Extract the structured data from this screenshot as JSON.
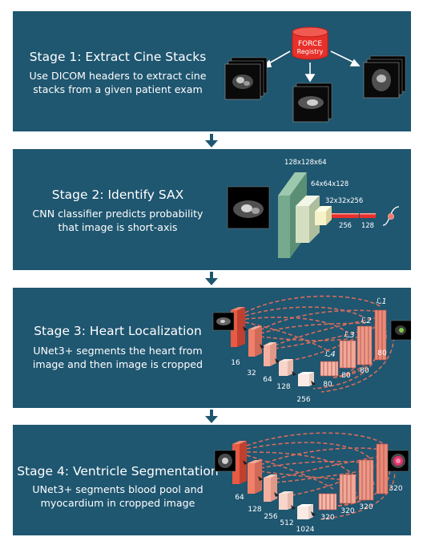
{
  "stages": [
    {
      "title": "Stage 1: Extract Cine Stacks",
      "desc_lines": [
        "Use DICOM headers to extract cine",
        "stacks from a given patient exam"
      ],
      "registry": [
        "FORCE",
        "Registry"
      ]
    },
    {
      "title": "Stage 2: Identify SAX",
      "desc_lines": [
        "CNN classifier predicts probability",
        "that image is short-axis"
      ],
      "volumes": [
        "128x128x64",
        "64x64x128",
        "32x32x256"
      ],
      "dense": [
        "256",
        "128"
      ]
    },
    {
      "title": "Stage 3: Heart Localization",
      "desc_lines": [
        "UNet3+ segments the heart from",
        "image and then image is cropped"
      ],
      "encoder": [
        "16",
        "32",
        "64",
        "128",
        "256"
      ],
      "decoder": [
        "80",
        "80",
        "80",
        "80"
      ],
      "losses": [
        "ℒ4",
        "ℒ3",
        "ℒ2",
        "ℒ1"
      ]
    },
    {
      "title": "Stage 4: Ventricle Segmentation",
      "desc_lines": [
        "UNet3+ segments blood pool and",
        "myocardium in cropped image"
      ],
      "encoder": [
        "64",
        "128",
        "256",
        "512",
        "1024"
      ],
      "decoder": [
        "320",
        "320",
        "320",
        "320"
      ]
    }
  ],
  "colors": {
    "panel": "#1f5670",
    "arrow": "#1f5670",
    "registry": "#e8302a",
    "encoder": "#e8604a",
    "skip": "#e8705a"
  }
}
